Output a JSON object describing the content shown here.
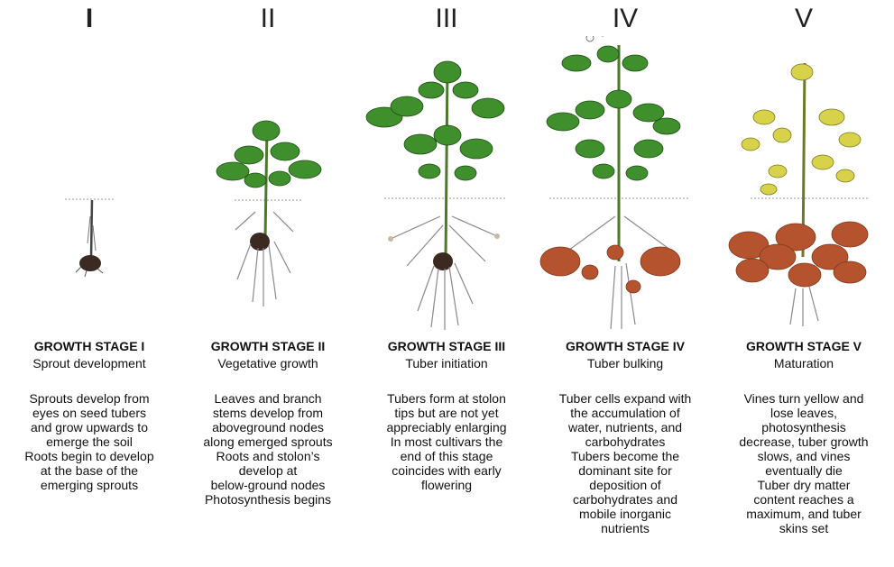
{
  "stages": [
    {
      "numeral": "I",
      "title": "GROWTH STAGE I",
      "subtitle": "Sprout development",
      "description": "Sprouts develop from\neyes on seed tubers\nand grow upwards to\nemerge the soil\nRoots begin to develop\nat the base of the\nemerging sprouts"
    },
    {
      "numeral": "II",
      "title": "GROWTH STAGE II",
      "subtitle": "Vegetative growth",
      "description": "Leaves and branch\nstems develop from\naboveground nodes\nalong emerged sprouts\nRoots and stolon’s\ndevelop at\nbelow-ground nodes\nPhotosynthesis begins"
    },
    {
      "numeral": "III",
      "title": "GROWTH STAGE III",
      "subtitle": "Tuber initiation",
      "description": "Tubers form at stolon\ntips but are not yet\nappreciably enlarging\nIn most cultivars the\nend of this stage\ncoincides with early\nflowering"
    },
    {
      "numeral": "IV",
      "title": "GROWTH STAGE IV",
      "subtitle": "Tuber bulking",
      "description": "Tuber cells expand with\nthe accumulation of\nwater, nutrients, and\ncarbohydrates\nTubers become the\ndominant site for\ndeposition of\ncarbohydrates and\nmobile inorganic\nnutrients"
    },
    {
      "numeral": "V",
      "title": "GROWTH STAGE V",
      "subtitle": "Maturation",
      "description": "Vines turn yellow and\nlose leaves,\nphotosynthesis\ndecrease, tuber growth\nslows, and vines\neventually die\nTuber dry matter\ncontent reaches a\nmaximum, and tuber\nskins set"
    }
  ],
  "colors": {
    "leaf_green": "#3f8f2c",
    "leaf_yellow": "#d8d24a",
    "tuber": "#b5532e",
    "root": "#8a8a8a",
    "seed": "#3a2a22"
  }
}
